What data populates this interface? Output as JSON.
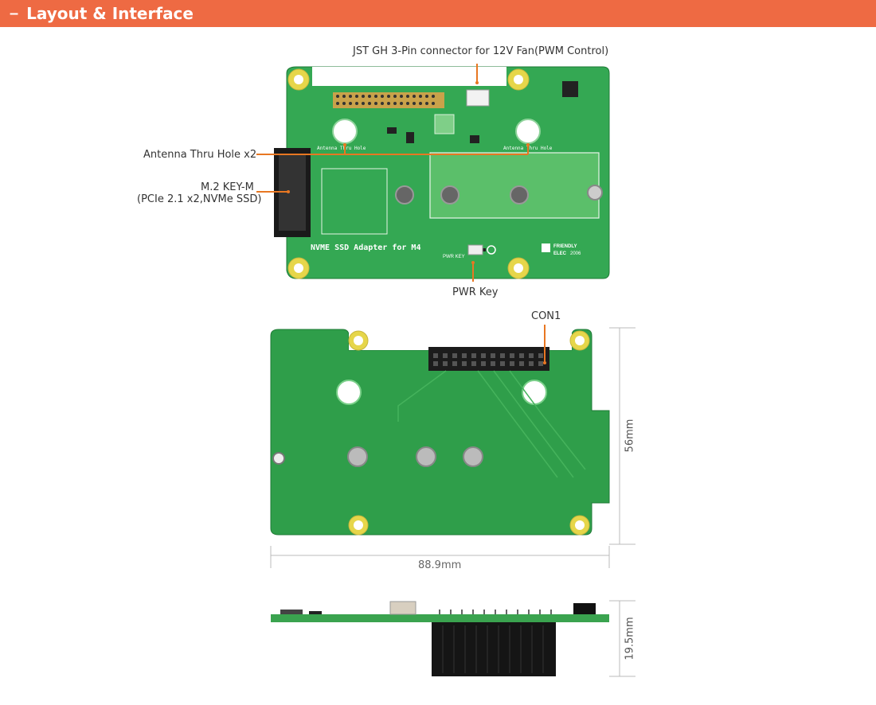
{
  "header": {
    "dash": "–",
    "title": "Layout & Interface"
  },
  "callouts": {
    "fan": "JST GH 3-Pin connector for 12V Fan(PWM Control)",
    "antenna": "Antenna Thru Hole x2",
    "m2_line1": "M.2 KEY-M",
    "m2_line2": "(PCIe 2.1 x2,NVMe SSD)",
    "pwr": "PWR Key",
    "con1": "CON1"
  },
  "dimensions": {
    "height": "56mm",
    "width": "88.9mm",
    "thickness": "19.5mm"
  },
  "silkscreen": {
    "board_name": "NVME SSD Adapter for M4",
    "antenna_left": "Antenna Thru Hole",
    "antenna_right": "Antenna Thru Hole",
    "brand1": "FRIENDLY",
    "brand2": "ELEC",
    "year": "2006",
    "pwr_key": "PWR KEY"
  },
  "colors": {
    "accent": "#ee6a43",
    "callout": "#e87722",
    "pcb": "#2f9e4a",
    "pcb_dark": "#1f7a36"
  }
}
